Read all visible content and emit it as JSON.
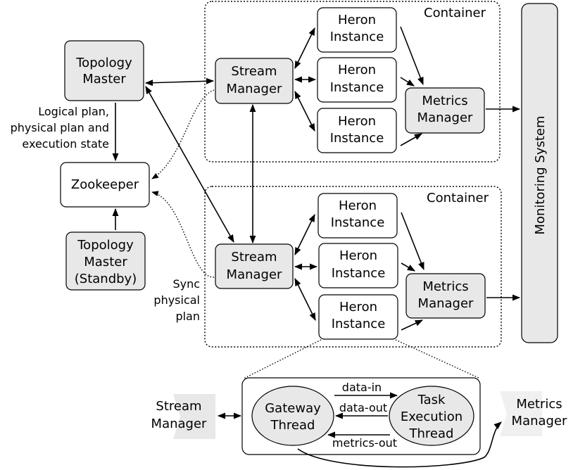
{
  "containers": [
    {
      "label": "Container"
    },
    {
      "label": "Container"
    }
  ],
  "topology_master": [
    "Topology",
    "Master"
  ],
  "topology_master_standby": [
    "Topology",
    "Master",
    "(Standby)"
  ],
  "zookeeper": "Zookeeper",
  "logical_plan_label": [
    "Logical plan,",
    "physical plan and",
    "execution state"
  ],
  "sync_label": [
    "Sync",
    "physical",
    "plan"
  ],
  "stream_manager": [
    "Stream",
    "Manager"
  ],
  "heron_instance": [
    "Heron",
    "Instance"
  ],
  "metrics_manager": [
    "Metrics",
    "Manager"
  ],
  "monitoring_system": "Monitoring System",
  "detail": {
    "gateway_thread": [
      "Gateway",
      "Thread"
    ],
    "task_execution_thread": [
      "Task",
      "Execution",
      "Thread"
    ],
    "data_in": "data-in",
    "data_out": "data-out",
    "metrics_out": "metrics-out",
    "stream_manager": [
      "Stream",
      "Manager"
    ],
    "metrics_manager": [
      "Metrics",
      "Manager"
    ]
  }
}
